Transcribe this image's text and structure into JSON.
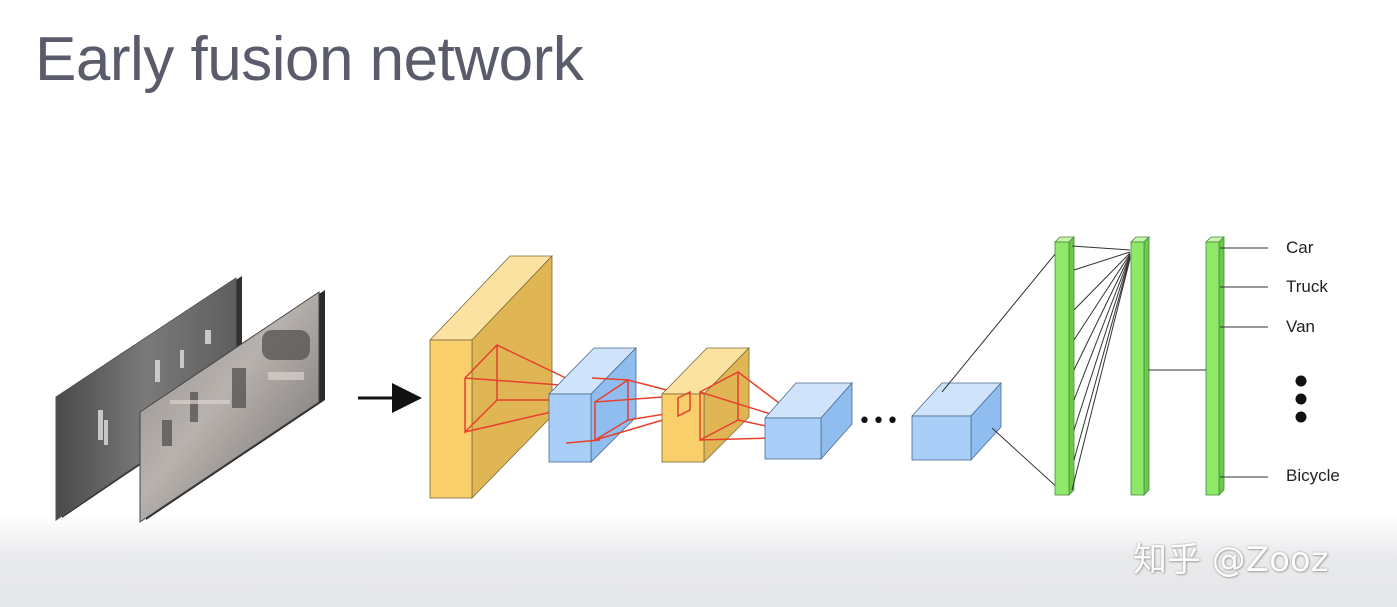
{
  "slide": {
    "title": "Early fusion network"
  },
  "output_classes": [
    "Car",
    "Truck",
    "Van",
    "Bicycle"
  ],
  "ellipsis": "•••",
  "watermark": "知乎 @Zooz",
  "colors": {
    "conv_layer_yellow": "#f8cf6a",
    "feature_map_blue": "#a9cef7",
    "fully_connected_green": "#8ee86a",
    "receptive_field_red": "#e8402e"
  }
}
